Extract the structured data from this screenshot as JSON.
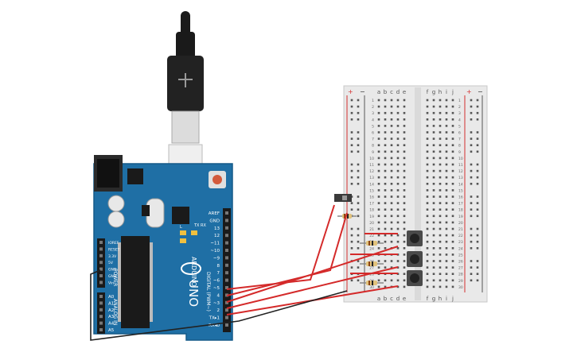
{
  "arduino": {
    "brand": "ARDUINO",
    "model": "UNO",
    "power_header_label": "POWER",
    "analog_header_label": "ANALOG IN",
    "digital_header_label": "DIGITAL (PWM~)",
    "tx_label": "TX",
    "rx_label": "RX",
    "l_label": "L",
    "digital_pins": [
      "AREF",
      "GND",
      "13",
      "12",
      "~11",
      "~10",
      "~9",
      "8",
      "7",
      "~6",
      "~5",
      "4",
      "~3",
      "2",
      "TX▸1",
      "RX◂0"
    ],
    "power_pins": [
      "IOREF",
      "RESET",
      "3.3V",
      "5V",
      "GND",
      "GND",
      "Vin"
    ],
    "analog_pins": [
      "A0",
      "A1",
      "A2",
      "A3",
      "A4",
      "A5"
    ]
  },
  "breadboard": {
    "plus_label": "+",
    "minus_label": "−",
    "columns_left": [
      "a",
      "b",
      "c",
      "d",
      "e"
    ],
    "columns_right": [
      "f",
      "g",
      "h",
      "i",
      "j"
    ],
    "rows": 30
  },
  "colors": {
    "board": "#1f6fa5",
    "wire": "#d42a2a",
    "wire_dark": "#222222",
    "breadboard": "#e9e9e9",
    "button": "#4a4a4a"
  }
}
